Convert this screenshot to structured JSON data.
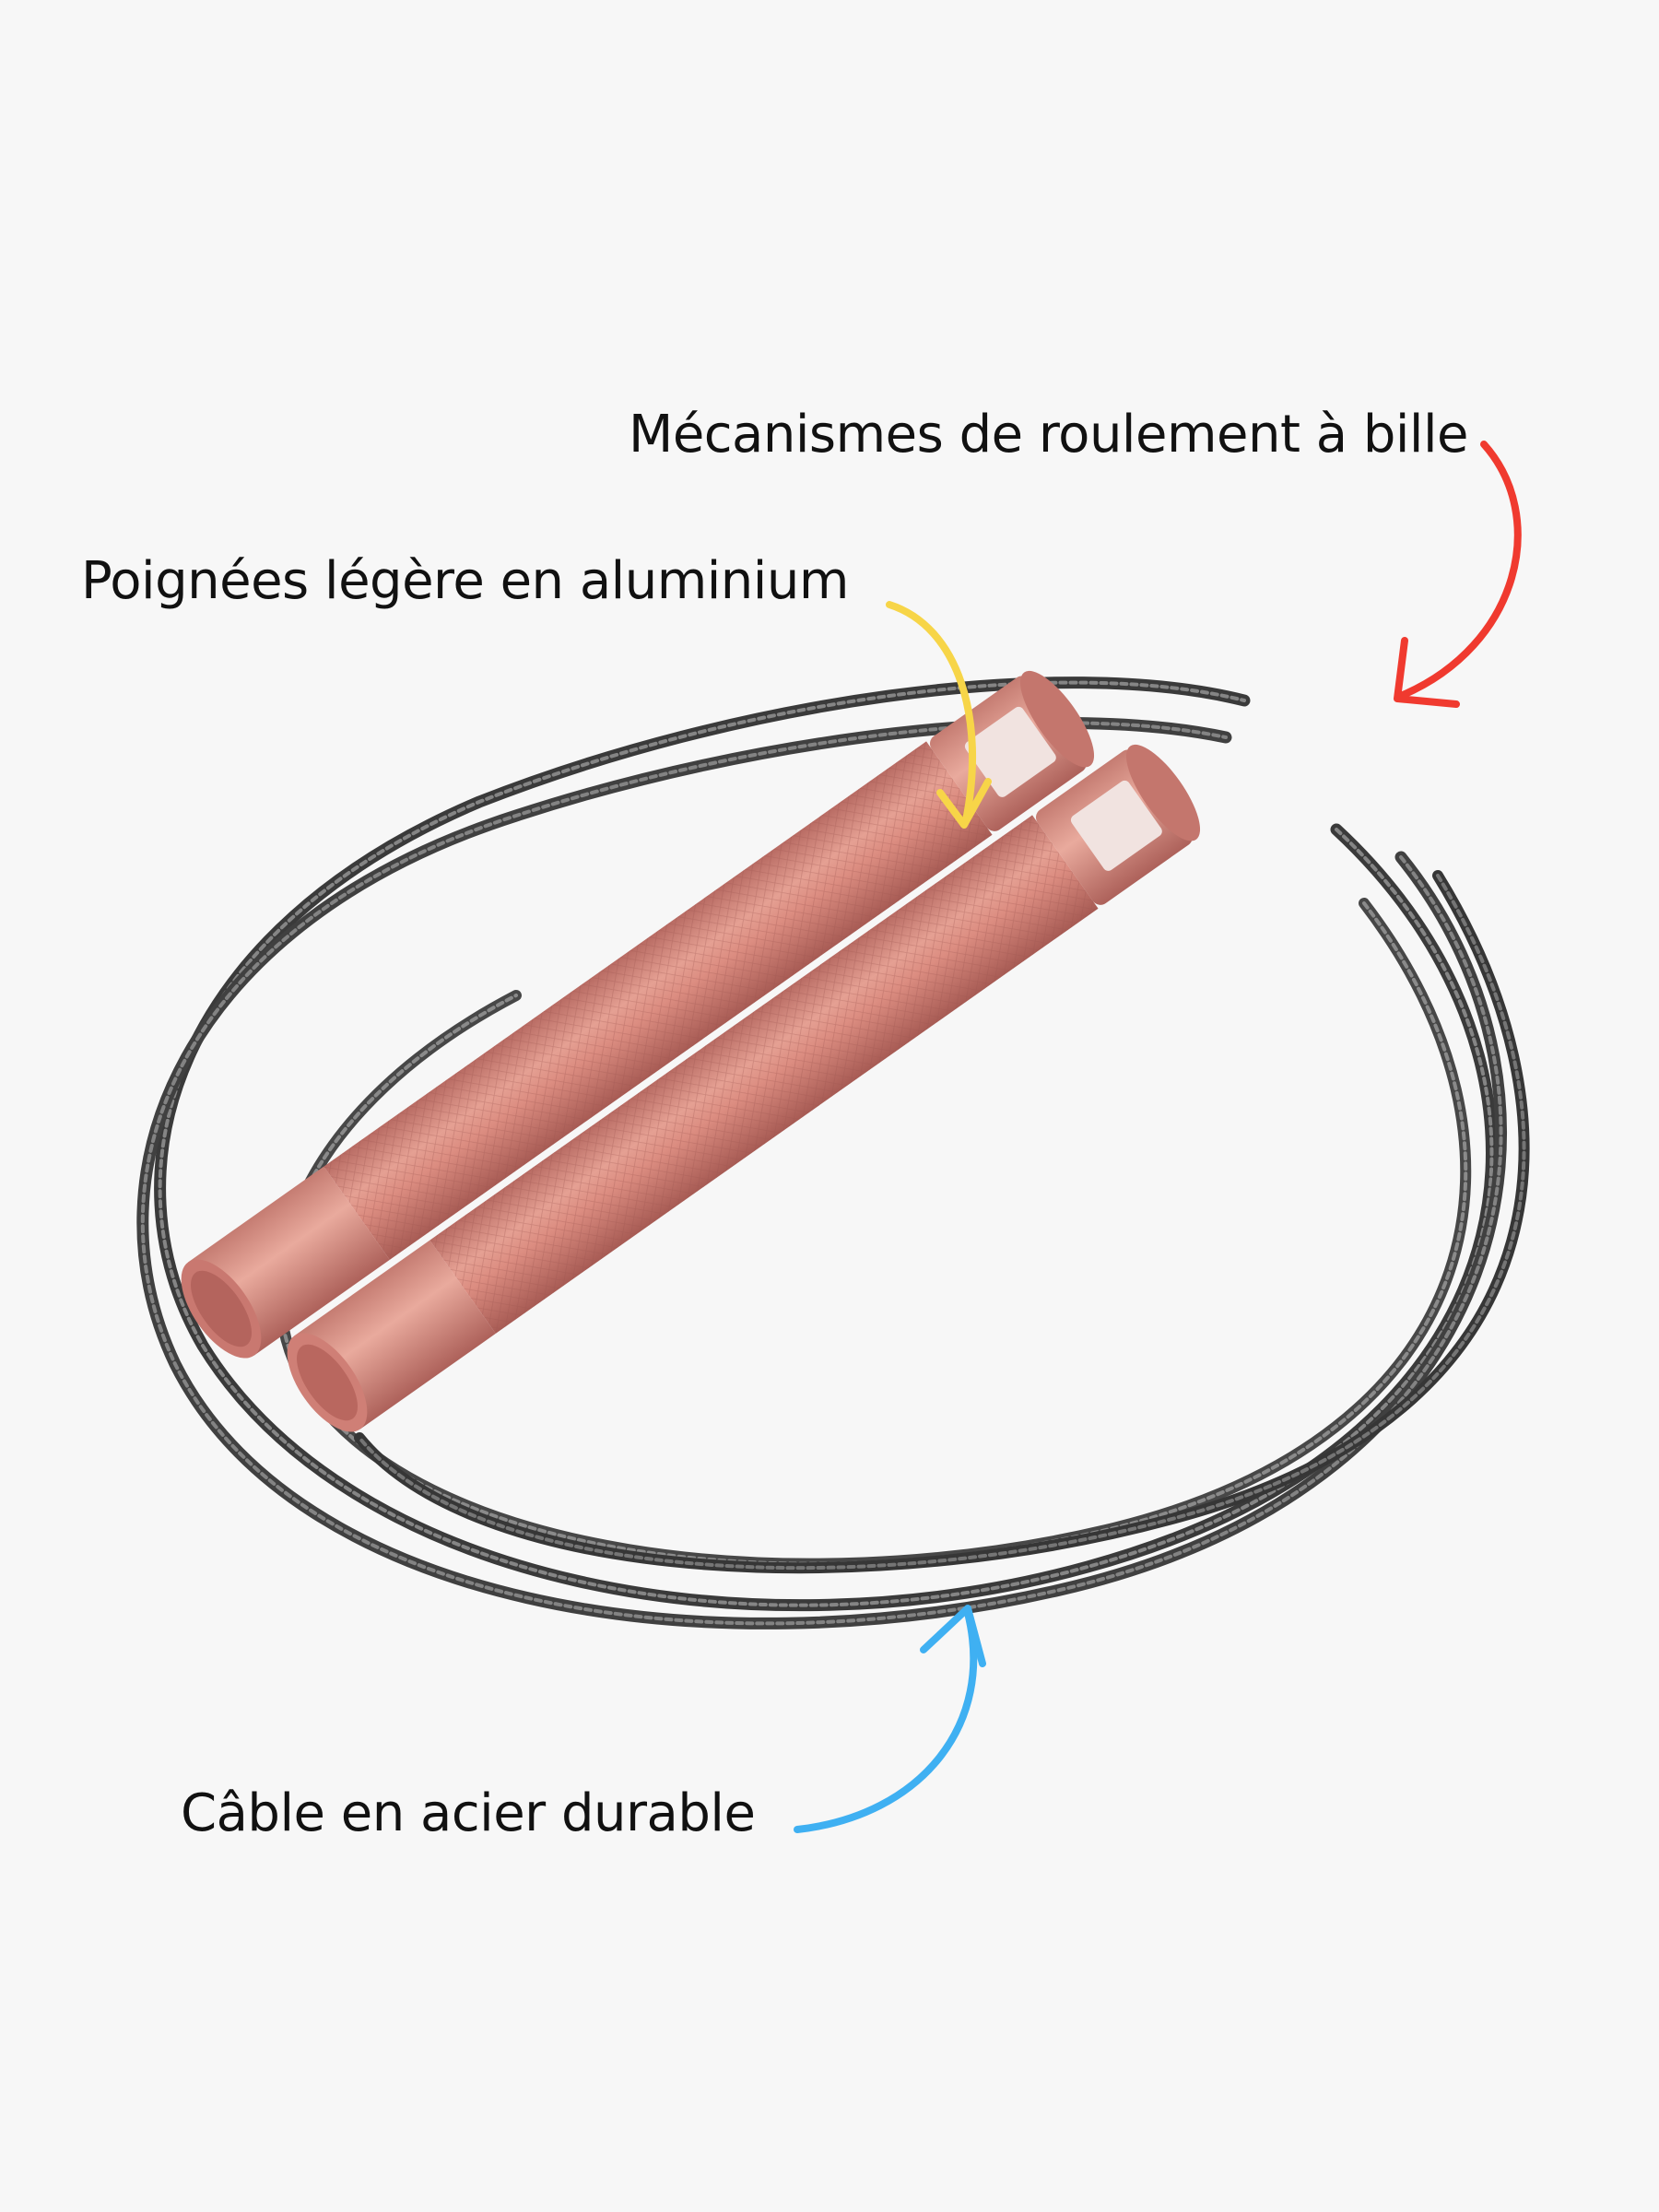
{
  "annotations": {
    "bearing": {
      "text": "Mécanismes de roulement à bille",
      "arrow_color": "#f03a2f"
    },
    "handles": {
      "text": "Poignées légère en aluminium",
      "arrow_color": "#f7d548"
    },
    "cable": {
      "text": "Câble en acier durable",
      "arrow_color": "#3fb0f2"
    }
  },
  "colors": {
    "background": "#f7f7f7",
    "handle": "#d8847a",
    "cable": "#4d4d4d"
  }
}
